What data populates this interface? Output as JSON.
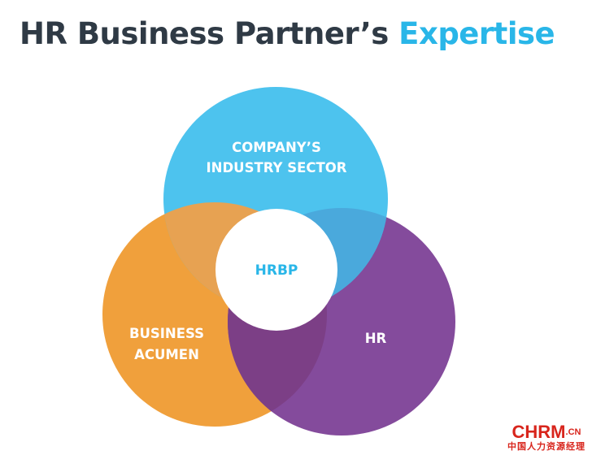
{
  "title": {
    "part1": "HR Business Partner’s ",
    "part2": "Expertise"
  },
  "circles": {
    "top": {
      "line1": "COMPANY’S",
      "line2": "INDUSTRY SECTOR",
      "color": "#4dc3ee"
    },
    "left": {
      "line1": "BUSINESS",
      "line2": "ACUMEN",
      "color": "#f0a03c"
    },
    "right": {
      "label": "HR",
      "color": "#844b9c"
    },
    "center": {
      "label": "HRBP",
      "color": "#ffffff"
    }
  },
  "overlap_colors": {
    "top_left": "#e7a252",
    "top_right": "#4aa9dc",
    "left_right": "#7c3f86"
  },
  "watermark": {
    "brand": "CHRM",
    "suffix": ".CN",
    "subtitle": "中国人力资源经理"
  }
}
